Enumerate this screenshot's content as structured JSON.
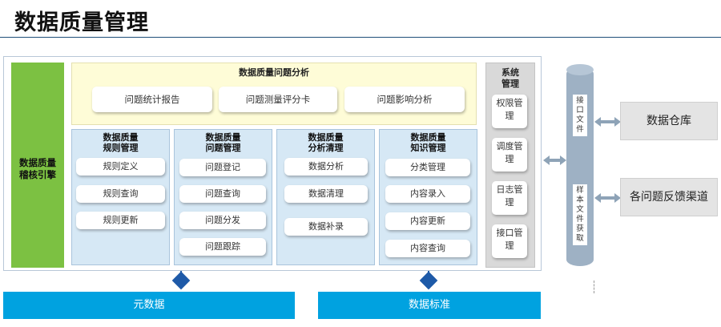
{
  "page": {
    "title": "数据质量管理"
  },
  "engine": {
    "label_line1": "数据质量",
    "label_line2": "稽核引擎"
  },
  "analysis": {
    "title": "数据质量问题分析",
    "items": [
      "问题统计报告",
      "问题测量评分卡",
      "问题影响分析"
    ]
  },
  "columns": [
    {
      "title_line1": "数据质量",
      "title_line2": "规则管理",
      "items": [
        "规则定义",
        "规则查询",
        "规则更新"
      ]
    },
    {
      "title_line1": "数据质量",
      "title_line2": "问题管理",
      "items": [
        "问题登记",
        "问题查询",
        "问题分发",
        "问题跟踪"
      ]
    },
    {
      "title_line1": "数据质量",
      "title_line2": "分析清理",
      "items": [
        "数据分析",
        "数据清理",
        "数据补录"
      ]
    },
    {
      "title_line1": "数据质量",
      "title_line2": "知识管理",
      "items": [
        "分类管理",
        "内容录入",
        "内容更新",
        "内容查询"
      ]
    }
  ],
  "system": {
    "title_line1": "系统",
    "title_line2": "管理",
    "items": [
      {
        "line1": "权限管",
        "line2": "理"
      },
      {
        "line1": "调度管",
        "line2": "理"
      },
      {
        "line1": "日志管",
        "line2": "理"
      },
      {
        "line1": "接口管",
        "line2": "理"
      }
    ]
  },
  "interface": {
    "upper": [
      "接",
      "口",
      "文",
      "件"
    ],
    "lower": [
      "样",
      "本",
      "文",
      "件",
      "获",
      "取"
    ]
  },
  "external": [
    "数据仓库",
    "各问题反馈渠道"
  ],
  "bottom": [
    "元数据",
    "数据标准"
  ],
  "colors": {
    "engine": "#7cc142",
    "analysis_bg": "#fefcd7",
    "column_bg": "#d6e8f5",
    "bottom_bar": "#00a2e0",
    "diamond": "#1e5aa8",
    "cylinder": "#9eb1c4",
    "title_rule": "#1f4e79"
  }
}
